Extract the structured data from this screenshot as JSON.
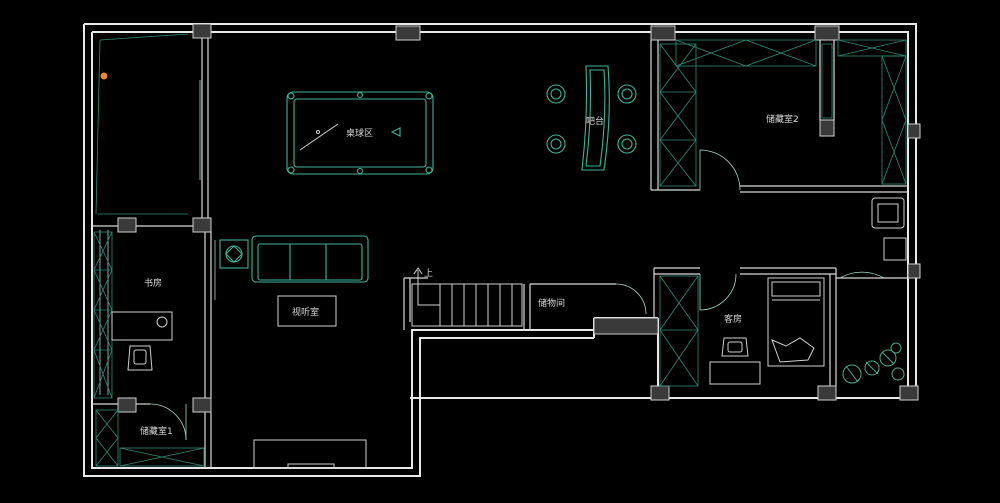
{
  "rooms": {
    "billiards": "桌球区",
    "bar": "吧台",
    "storage2": "储藏室2",
    "study": "书房",
    "audio_visual": "视听室",
    "storage_room": "储物间",
    "guest_room": "客房",
    "storage1": "储藏室1",
    "stair_mark": "上"
  },
  "colors": {
    "background": "#000000",
    "wall": "#e8e8e8",
    "furniture": "#3fb39b",
    "accent": "#e58a2c"
  }
}
